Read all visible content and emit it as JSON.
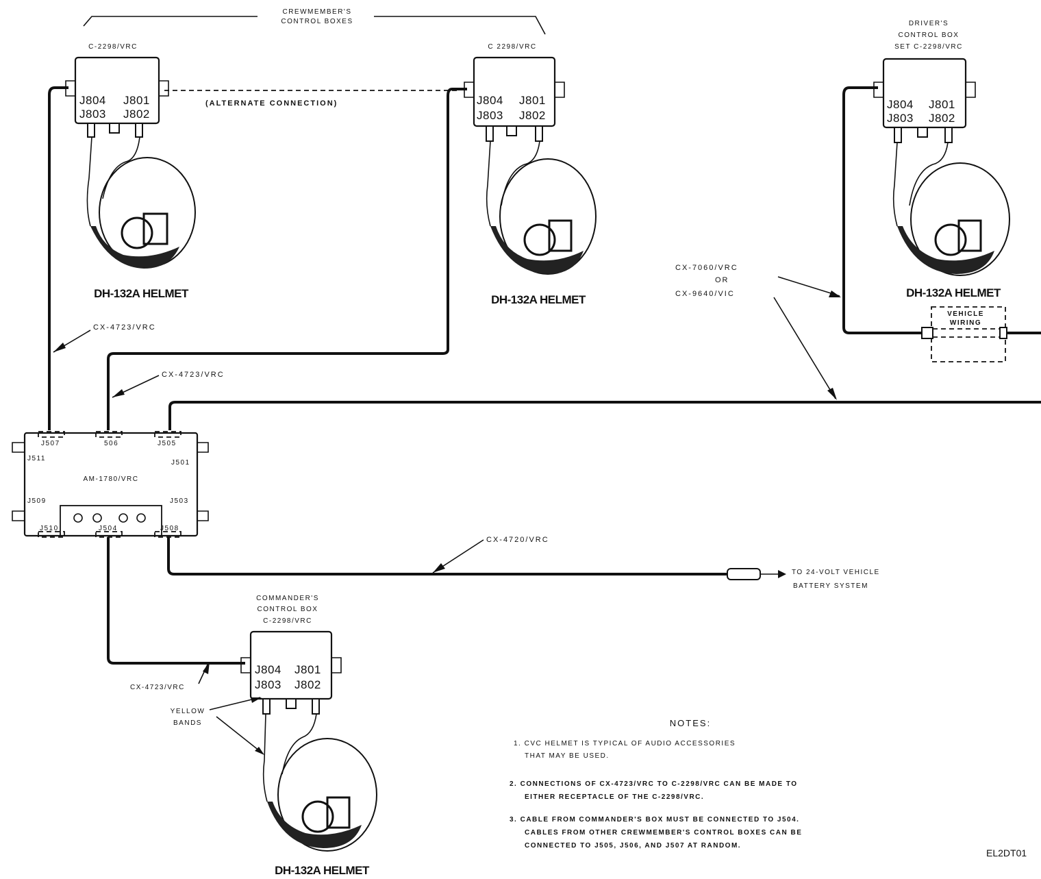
{
  "crew_header": {
    "line1": "CREWMEMBER'S",
    "line2": "CONTROL BOXES"
  },
  "box_left": {
    "model": "C-2298/VRC",
    "j804": "J804",
    "j801": "J801",
    "j803": "J803",
    "j802": "J802"
  },
  "box_mid": {
    "model": "C 2298/VRC",
    "j804": "J804",
    "j801": "J801",
    "j803": "J803",
    "j802": "J802"
  },
  "box_driver": {
    "line1": "DRIVER'S",
    "line2": "CONTROL BOX",
    "line3": "SET C-2298/VRC",
    "j804": "J804",
    "j801": "J801",
    "j803": "J803",
    "j802": "J802"
  },
  "box_commander": {
    "line1": "COMMANDER'S",
    "line2": "CONTROL BOX",
    "line3": "C-2298/VRC",
    "j804": "J804",
    "j801": "J801",
    "j803": "J803",
    "j802": "J802"
  },
  "alternate_connection": "(ALTERNATE CONNECTION)",
  "helmets": {
    "left": "DH-132A HELMET",
    "mid": "DH-132A HELMET",
    "driver": "DH-132A HELMET",
    "commander": "DH-132A HELMET"
  },
  "cables": {
    "cx4723_a": "CX-4723/VRC",
    "cx4723_b": "CX-4723/VRC",
    "cx4723_c": "CX-4723/VRC",
    "cx7060_l1": "CX-7060/VRC",
    "cx7060_l2": "OR",
    "cx7060_l3": "CX-9640/VIC",
    "cx4720": "CX-4720/VRC"
  },
  "vehicle_wiring": {
    "line1": "VEHICLE",
    "line2": "WIRING"
  },
  "amplifier": {
    "name": "AM-1780/VRC",
    "j507": "J507",
    "j506": "506",
    "j505": "J505",
    "j511": "J511",
    "j501": "J501",
    "j509": "J509",
    "j503": "J503",
    "j510": "J510",
    "j504": "J504",
    "j508": "J508"
  },
  "battery": {
    "line1": "TO 24-VOLT VEHICLE",
    "line2": "BATTERY SYSTEM"
  },
  "yellow_bands": {
    "line1": "YELLOW",
    "line2": "BANDS"
  },
  "notes": {
    "title": "NOTES:",
    "n1_l1": "1. CVC HELMET IS TYPICAL OF AUDIO ACCESSORIES",
    "n1_l2": "THAT MAY BE USED.",
    "n2_l1": "2. CONNECTIONS OF CX-4723/VRC TO C-2298/VRC CAN BE MADE TO",
    "n2_l2": "EITHER RECEPTACLE OF THE C-2298/VRC.",
    "n3_l1": "3. CABLE  FROM COMMANDER'S BOX MUST BE CONNECTED TO J504.",
    "n3_l2": "CABLES FROM OTHER CREWMEMBER'S CONTROL BOXES CAN BE",
    "n3_l3": "CONNECTED TO J505, J506, AND J507 AT RANDOM."
  },
  "figure_id": "EL2DT01"
}
